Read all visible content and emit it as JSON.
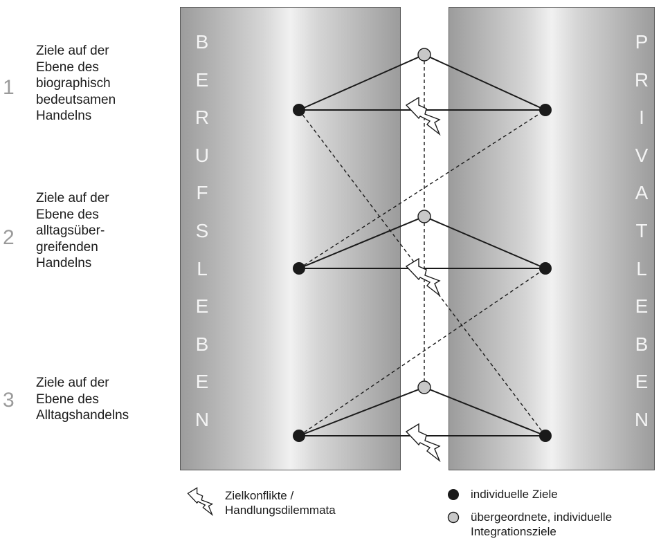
{
  "levels": [
    {
      "number": "1",
      "text": "Ziele auf der\nEbene des\nbiographisch\nbedeutsamen\nHandelns"
    },
    {
      "number": "2",
      "text": "Ziele auf der\nEbene des\nalltagsüber-\ngreifenden\nHandelns"
    },
    {
      "number": "3",
      "text": "Ziele auf der\nEbene des\nAlltagshandelns"
    }
  ],
  "left_column_letters": [
    "B",
    "E",
    "R",
    "U",
    "F",
    "S",
    "L",
    "E",
    "B",
    "E",
    "N"
  ],
  "right_column_letters": [
    "P",
    "R",
    "I",
    "V",
    "A",
    "T",
    "L",
    "E",
    "B",
    "E",
    "N"
  ],
  "legend": {
    "conflict": "Zielkonflikte /\nHandlungsdilemmata",
    "individual": "individuelle Ziele",
    "integration": "übergeordnete, individuelle\nIntegrationsziele"
  },
  "colors": {
    "individual_goal": "#1a1a1a",
    "integration_goal": "#c8c8c8",
    "line": "#1a1a1a"
  }
}
